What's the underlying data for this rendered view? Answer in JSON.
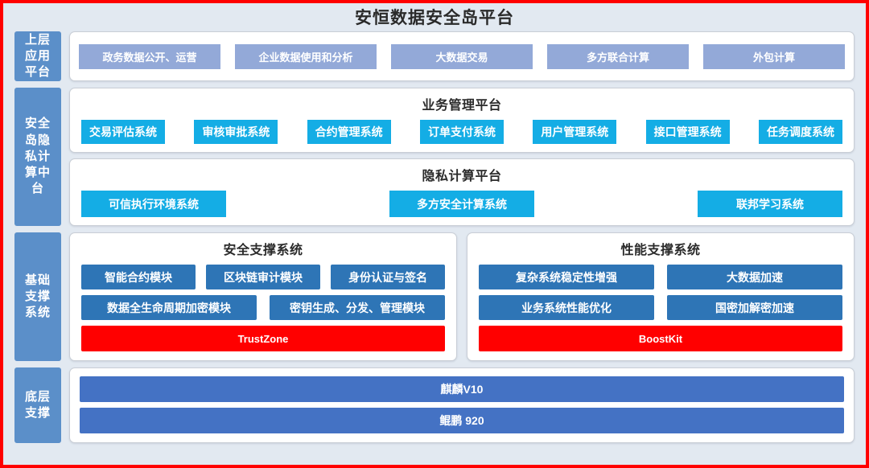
{
  "title": "安恒数据安全岛平台",
  "colors": {
    "page_background": "#e2e9f1",
    "outer_border": "#ff0000",
    "tier_label": "#5b8fc9",
    "periwinkle": "#93a9d8",
    "cyan": "#14ADE5",
    "steel": "#2e75b6",
    "red": "#ff0000",
    "royal": "#4472c4"
  },
  "tiers": {
    "application": {
      "label": "上层应用平台",
      "items": [
        "政务数据公开、运营",
        "企业数据使用和分析",
        "大数据交易",
        "多方联合计算",
        "外包计算"
      ]
    },
    "middle": {
      "label": "安全岛隐私计算中台",
      "panels": [
        {
          "title": "业务管理平台",
          "items": [
            "交易评估系统",
            "审核审批系统",
            "合约管理系统",
            "订单支付系统",
            "用户管理系统",
            "接口管理系统",
            "任务调度系统"
          ]
        },
        {
          "title": "隐私计算平台",
          "items": [
            "可信执行环境系统",
            "多方安全计算系统",
            "联邦学习系统"
          ]
        }
      ]
    },
    "base": {
      "label": "基础支撑系统",
      "panels": [
        {
          "title": "安全支撑系统",
          "row1": [
            "智能合约模块",
            "区块链审计模块",
            "身份认证与签名"
          ],
          "row2": [
            "数据全生命周期加密模块",
            "密钥生成、分发、管理模块"
          ],
          "footer": "TrustZone"
        },
        {
          "title": "性能支撑系统",
          "row1": [
            "复杂系统稳定性增强",
            "大数据加速"
          ],
          "row2": [
            "业务系统性能优化",
            "国密加解密加速"
          ],
          "footer": "BoostKit"
        }
      ]
    },
    "bottom": {
      "label": "底层支撑",
      "items": [
        "麒麟V10",
        "鲲鹏 920"
      ]
    }
  }
}
